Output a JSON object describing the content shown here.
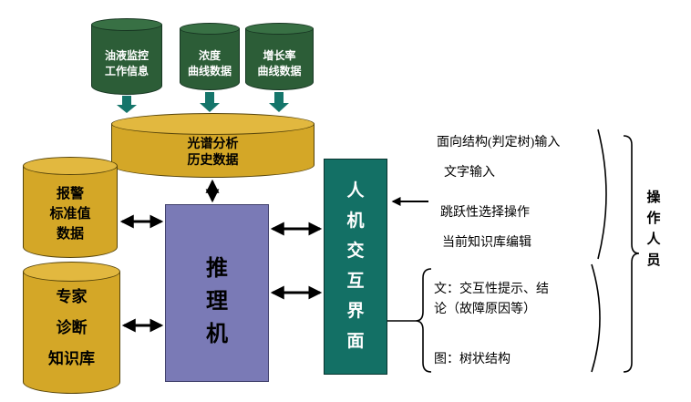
{
  "nodes": {
    "oil_monitoring": {
      "label": "油液监控\n工作信息"
    },
    "concentration": {
      "label": "浓度\n曲线数据"
    },
    "growth_rate": {
      "label": "增长率\n曲线数据"
    },
    "spectral_history": {
      "label": "光谱分析\n历史数据"
    },
    "alarm_standard": {
      "label": "报警\n标准值\n数据"
    },
    "expert_knowledge": {
      "label": "专家\n诊断\n知识库"
    },
    "inference_engine": {
      "label": "推\n理\n机"
    },
    "hmi": {
      "label": "人\n机\n交\n互\n界\n面"
    },
    "operator": {
      "label": "操\n作\n人\n员"
    }
  },
  "annotations": {
    "inputs": [
      {
        "label": "面向结构(判定树)输入"
      },
      {
        "label": "文字输入"
      },
      {
        "label": "跳跃性选择操作"
      },
      {
        "label": "当前知识库编辑"
      }
    ],
    "outputs": [
      {
        "label": "文：交互性提示、结\n论（故障原因等）"
      },
      {
        "label": "图：树状结构"
      }
    ]
  },
  "colors": {
    "dark_green_cylinder": "#2c5d37",
    "gold_cylinder": "#d4a727",
    "inference_purple": "#7a7ab6",
    "hmi_teal": "#137065",
    "down_arrow_teal": "#15756a",
    "arrow_black": "#000000"
  }
}
